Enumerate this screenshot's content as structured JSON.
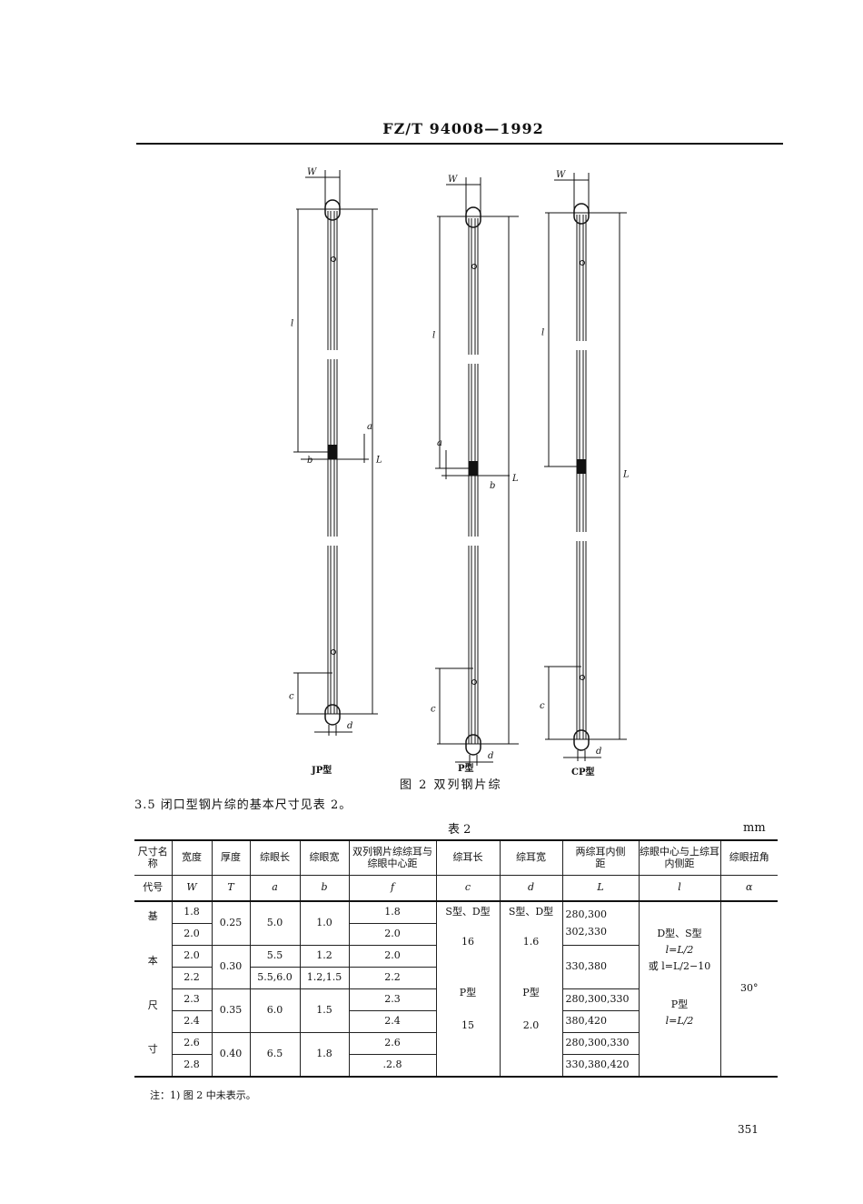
{
  "header": {
    "standard_no": "FZ/T 94008—1992"
  },
  "figure": {
    "caption": "图 2  双列钢片综",
    "heddles": [
      {
        "type_label": "JP型"
      },
      {
        "type_label": "P型"
      },
      {
        "type_label": "CP型"
      }
    ],
    "dimension_labels": {
      "W": "W",
      "l": "l",
      "L": "L",
      "a": "a",
      "b": "b",
      "c": "c",
      "d": "d"
    }
  },
  "section": {
    "text": "3.5  闭口型钢片综的基本尺寸见表 2。"
  },
  "table": {
    "title": "表 2",
    "unit": "mm",
    "headers": {
      "name": "尺寸名称",
      "width": "宽度",
      "thickness": "厚度",
      "eye_length": "综眼长",
      "eye_width": "综眼宽",
      "f": "双列钢片综综耳与综眼中心距",
      "c": "综耳长",
      "d": "综耳宽",
      "L": "两综耳内侧　　距",
      "l": "综眼中心与上综耳内侧距",
      "alpha": "综眼扭角"
    },
    "codes": {
      "name": "代号",
      "W": "W",
      "T": "T",
      "a": "a",
      "b": "b",
      "f": "f",
      "c": "c",
      "d": "d",
      "L": "L",
      "l": "l",
      "alpha": "α"
    },
    "row_group_label": [
      "基",
      "本",
      "尺",
      "寸"
    ],
    "W": [
      "1.8",
      "2.0",
      "2.0",
      "2.2",
      "2.3",
      "2.4",
      "2.6",
      "2.8"
    ],
    "T": [
      "0.25",
      "0.30",
      "0.35",
      "0.40"
    ],
    "a": [
      "5.0",
      "5.5",
      "5.5,6.0",
      "6.0",
      "6.5"
    ],
    "b": [
      "1.0",
      "1.2",
      "1.2,1.5",
      "1.5",
      "1.8"
    ],
    "f": [
      "1.8",
      "2.0",
      "2.0",
      "2.2",
      "2.3",
      "2.4",
      "2.6",
      ".2.8"
    ],
    "c": {
      "sd_label": "S型、D型",
      "sd_value": "16",
      "p_label": "P型",
      "p_value": "15"
    },
    "d": {
      "sd_label": "S型、D型",
      "sd_value": "1.6",
      "p_label": "P型",
      "p_value": "2.0"
    },
    "L": [
      "280,300",
      "302,330",
      "330,380",
      "280,300,330",
      "380,420",
      "280,300,330",
      "330,380,420"
    ],
    "l": {
      "sd_label": "D型、S型",
      "sd_f1": "l=L/2",
      "sd_f2": "或 l=L/2−10",
      "p_label": "P型",
      "p_f": "l=L/2"
    },
    "alpha": "30°",
    "note": "注：1) 图 2 中未表示。"
  },
  "page_number": "351"
}
